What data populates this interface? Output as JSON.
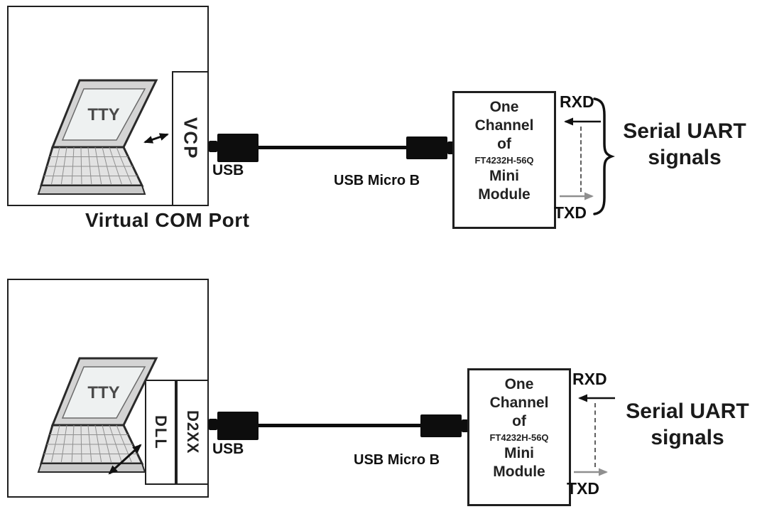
{
  "colors": {
    "line": "#1f1f1f",
    "connector": "#0d0d0d",
    "dashed_signal": "#5f5f5f",
    "txd_arrow": "#8f8f8f",
    "laptop_body": "#d9d9d9",
    "laptop_screen": "#eef1f1"
  },
  "diagrams": [
    {
      "caption": "Virtual COM Port",
      "laptop_screen_label": "TTY",
      "drivers": {
        "box1": "VCP"
      },
      "usb_label": "USB",
      "cable_label": "USB Micro B",
      "module": {
        "line1": "One",
        "line2": "Channel",
        "line3": "of",
        "part_number": "FT4232H-56Q",
        "line4": "Mini",
        "line5": "Module"
      },
      "signal_top": "RXD",
      "signal_bottom": "TXD",
      "signals_label_line1": "Serial UART",
      "signals_label_line2": "signals"
    },
    {
      "laptop_screen_label": "TTY",
      "drivers": {
        "box1": "DLL",
        "box2": "D2XX"
      },
      "usb_label": "USB",
      "cable_label": "USB Micro B",
      "module": {
        "line1": "One",
        "line2": "Channel",
        "line3": "of",
        "part_number": "FT4232H-56Q",
        "line4": "Mini",
        "line5": "Module"
      },
      "signal_top": "RXD",
      "signal_bottom": "TXD",
      "signals_label_line1": "Serial UART",
      "signals_label_line2": "signals"
    }
  ]
}
